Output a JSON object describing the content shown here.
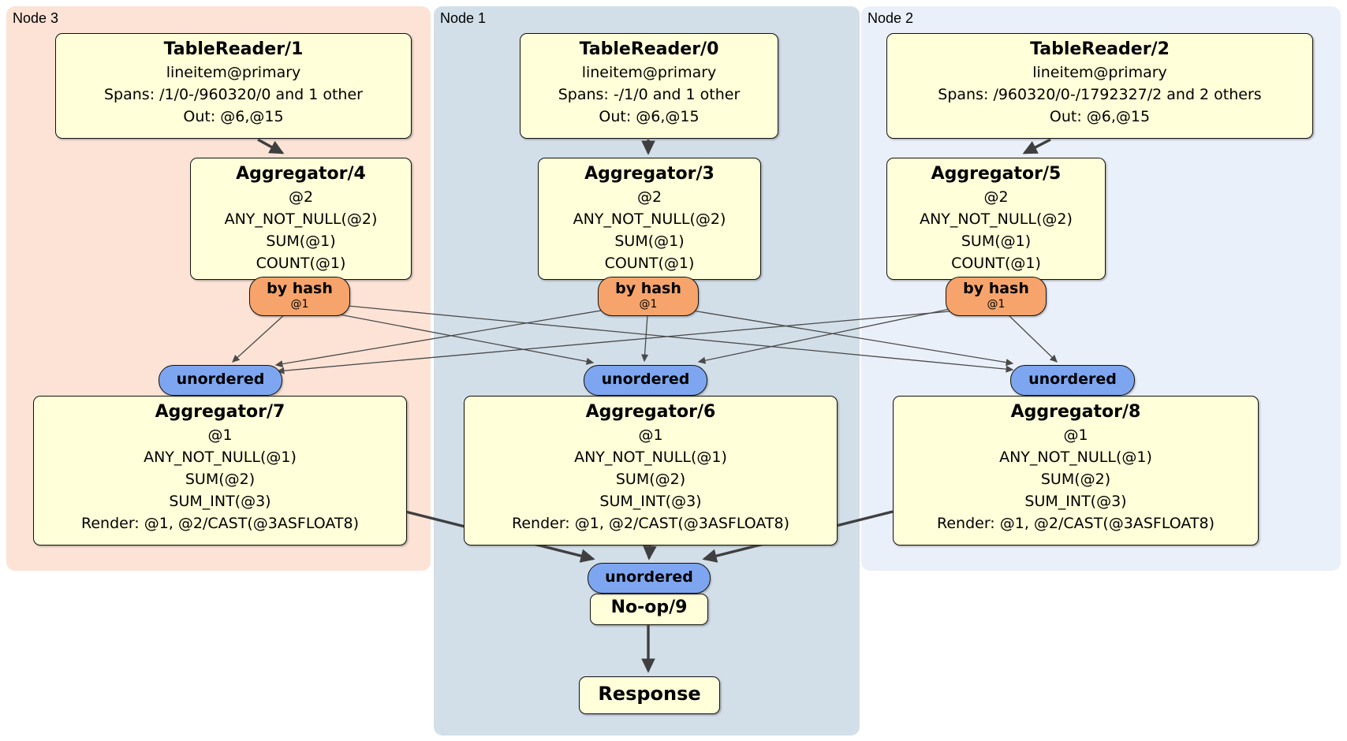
{
  "node_groups": [
    {
      "label": "Node 3"
    },
    {
      "label": "Node 1"
    },
    {
      "label": "Node 2"
    }
  ],
  "processors": {
    "tr1": {
      "title": "TableReader/1",
      "lines": [
        "lineitem@primary",
        "Spans: /1/0-/960320/0 and 1 other",
        "Out: @6,@15"
      ]
    },
    "tr0": {
      "title": "TableReader/0",
      "lines": [
        "lineitem@primary",
        "Spans: -/1/0 and 1 other",
        "Out: @6,@15"
      ]
    },
    "tr2": {
      "title": "TableReader/2",
      "lines": [
        "lineitem@primary",
        "Spans: /960320/0-/1792327/2 and 2 others",
        "Out: @6,@15"
      ]
    },
    "agg4": {
      "title": "Aggregator/4",
      "lines": [
        "@2",
        "ANY_NOT_NULL(@2)",
        "SUM(@1)",
        "COUNT(@1)"
      ]
    },
    "agg3": {
      "title": "Aggregator/3",
      "lines": [
        "@2",
        "ANY_NOT_NULL(@2)",
        "SUM(@1)",
        "COUNT(@1)"
      ]
    },
    "agg5": {
      "title": "Aggregator/5",
      "lines": [
        "@2",
        "ANY_NOT_NULL(@2)",
        "SUM(@1)",
        "COUNT(@1)"
      ]
    },
    "agg7": {
      "title": "Aggregator/7",
      "lines": [
        "@1",
        "ANY_NOT_NULL(@1)",
        "SUM(@2)",
        "SUM_INT(@3)",
        "Render: @1, @2/CAST(@3ASFLOAT8)"
      ]
    },
    "agg6": {
      "title": "Aggregator/6",
      "lines": [
        "@1",
        "ANY_NOT_NULL(@1)",
        "SUM(@2)",
        "SUM_INT(@3)",
        "Render: @1, @2/CAST(@3ASFLOAT8)"
      ]
    },
    "agg8": {
      "title": "Aggregator/8",
      "lines": [
        "@1",
        "ANY_NOT_NULL(@1)",
        "SUM(@2)",
        "SUM_INT(@3)",
        "Render: @1, @2/CAST(@3ASFLOAT8)"
      ]
    },
    "noop": {
      "title": "No-op/9"
    },
    "response": {
      "title": "Response"
    }
  },
  "router": {
    "label": "by hash",
    "key": "@1"
  },
  "stream": {
    "label": "unordered"
  },
  "colors": {
    "node3_bg": "#fce3d6",
    "node1_bg": "#d2dfe9",
    "node2_bg": "#eaf0fa",
    "processor_fill": "#ffffd9",
    "router_fill": "#f6a46b",
    "stream_fill": "#7ea6f0",
    "edge": "#4a4a4a"
  },
  "edges": [
    {
      "from": "TableReader/1",
      "to": "Aggregator/4"
    },
    {
      "from": "TableReader/0",
      "to": "Aggregator/3"
    },
    {
      "from": "TableReader/2",
      "to": "Aggregator/5"
    },
    {
      "from": "by hash (Aggregator/4)",
      "to": "unordered (Aggregator/7)"
    },
    {
      "from": "by hash (Aggregator/4)",
      "to": "unordered (Aggregator/6)"
    },
    {
      "from": "by hash (Aggregator/4)",
      "to": "unordered (Aggregator/8)"
    },
    {
      "from": "by hash (Aggregator/3)",
      "to": "unordered (Aggregator/7)"
    },
    {
      "from": "by hash (Aggregator/3)",
      "to": "unordered (Aggregator/6)"
    },
    {
      "from": "by hash (Aggregator/3)",
      "to": "unordered (Aggregator/8)"
    },
    {
      "from": "by hash (Aggregator/5)",
      "to": "unordered (Aggregator/7)"
    },
    {
      "from": "by hash (Aggregator/5)",
      "to": "unordered (Aggregator/6)"
    },
    {
      "from": "by hash (Aggregator/5)",
      "to": "unordered (Aggregator/8)"
    },
    {
      "from": "Aggregator/7",
      "to": "unordered (No-op/9)"
    },
    {
      "from": "Aggregator/6",
      "to": "unordered (No-op/9)"
    },
    {
      "from": "Aggregator/8",
      "to": "unordered (No-op/9)"
    },
    {
      "from": "No-op/9",
      "to": "Response"
    }
  ]
}
